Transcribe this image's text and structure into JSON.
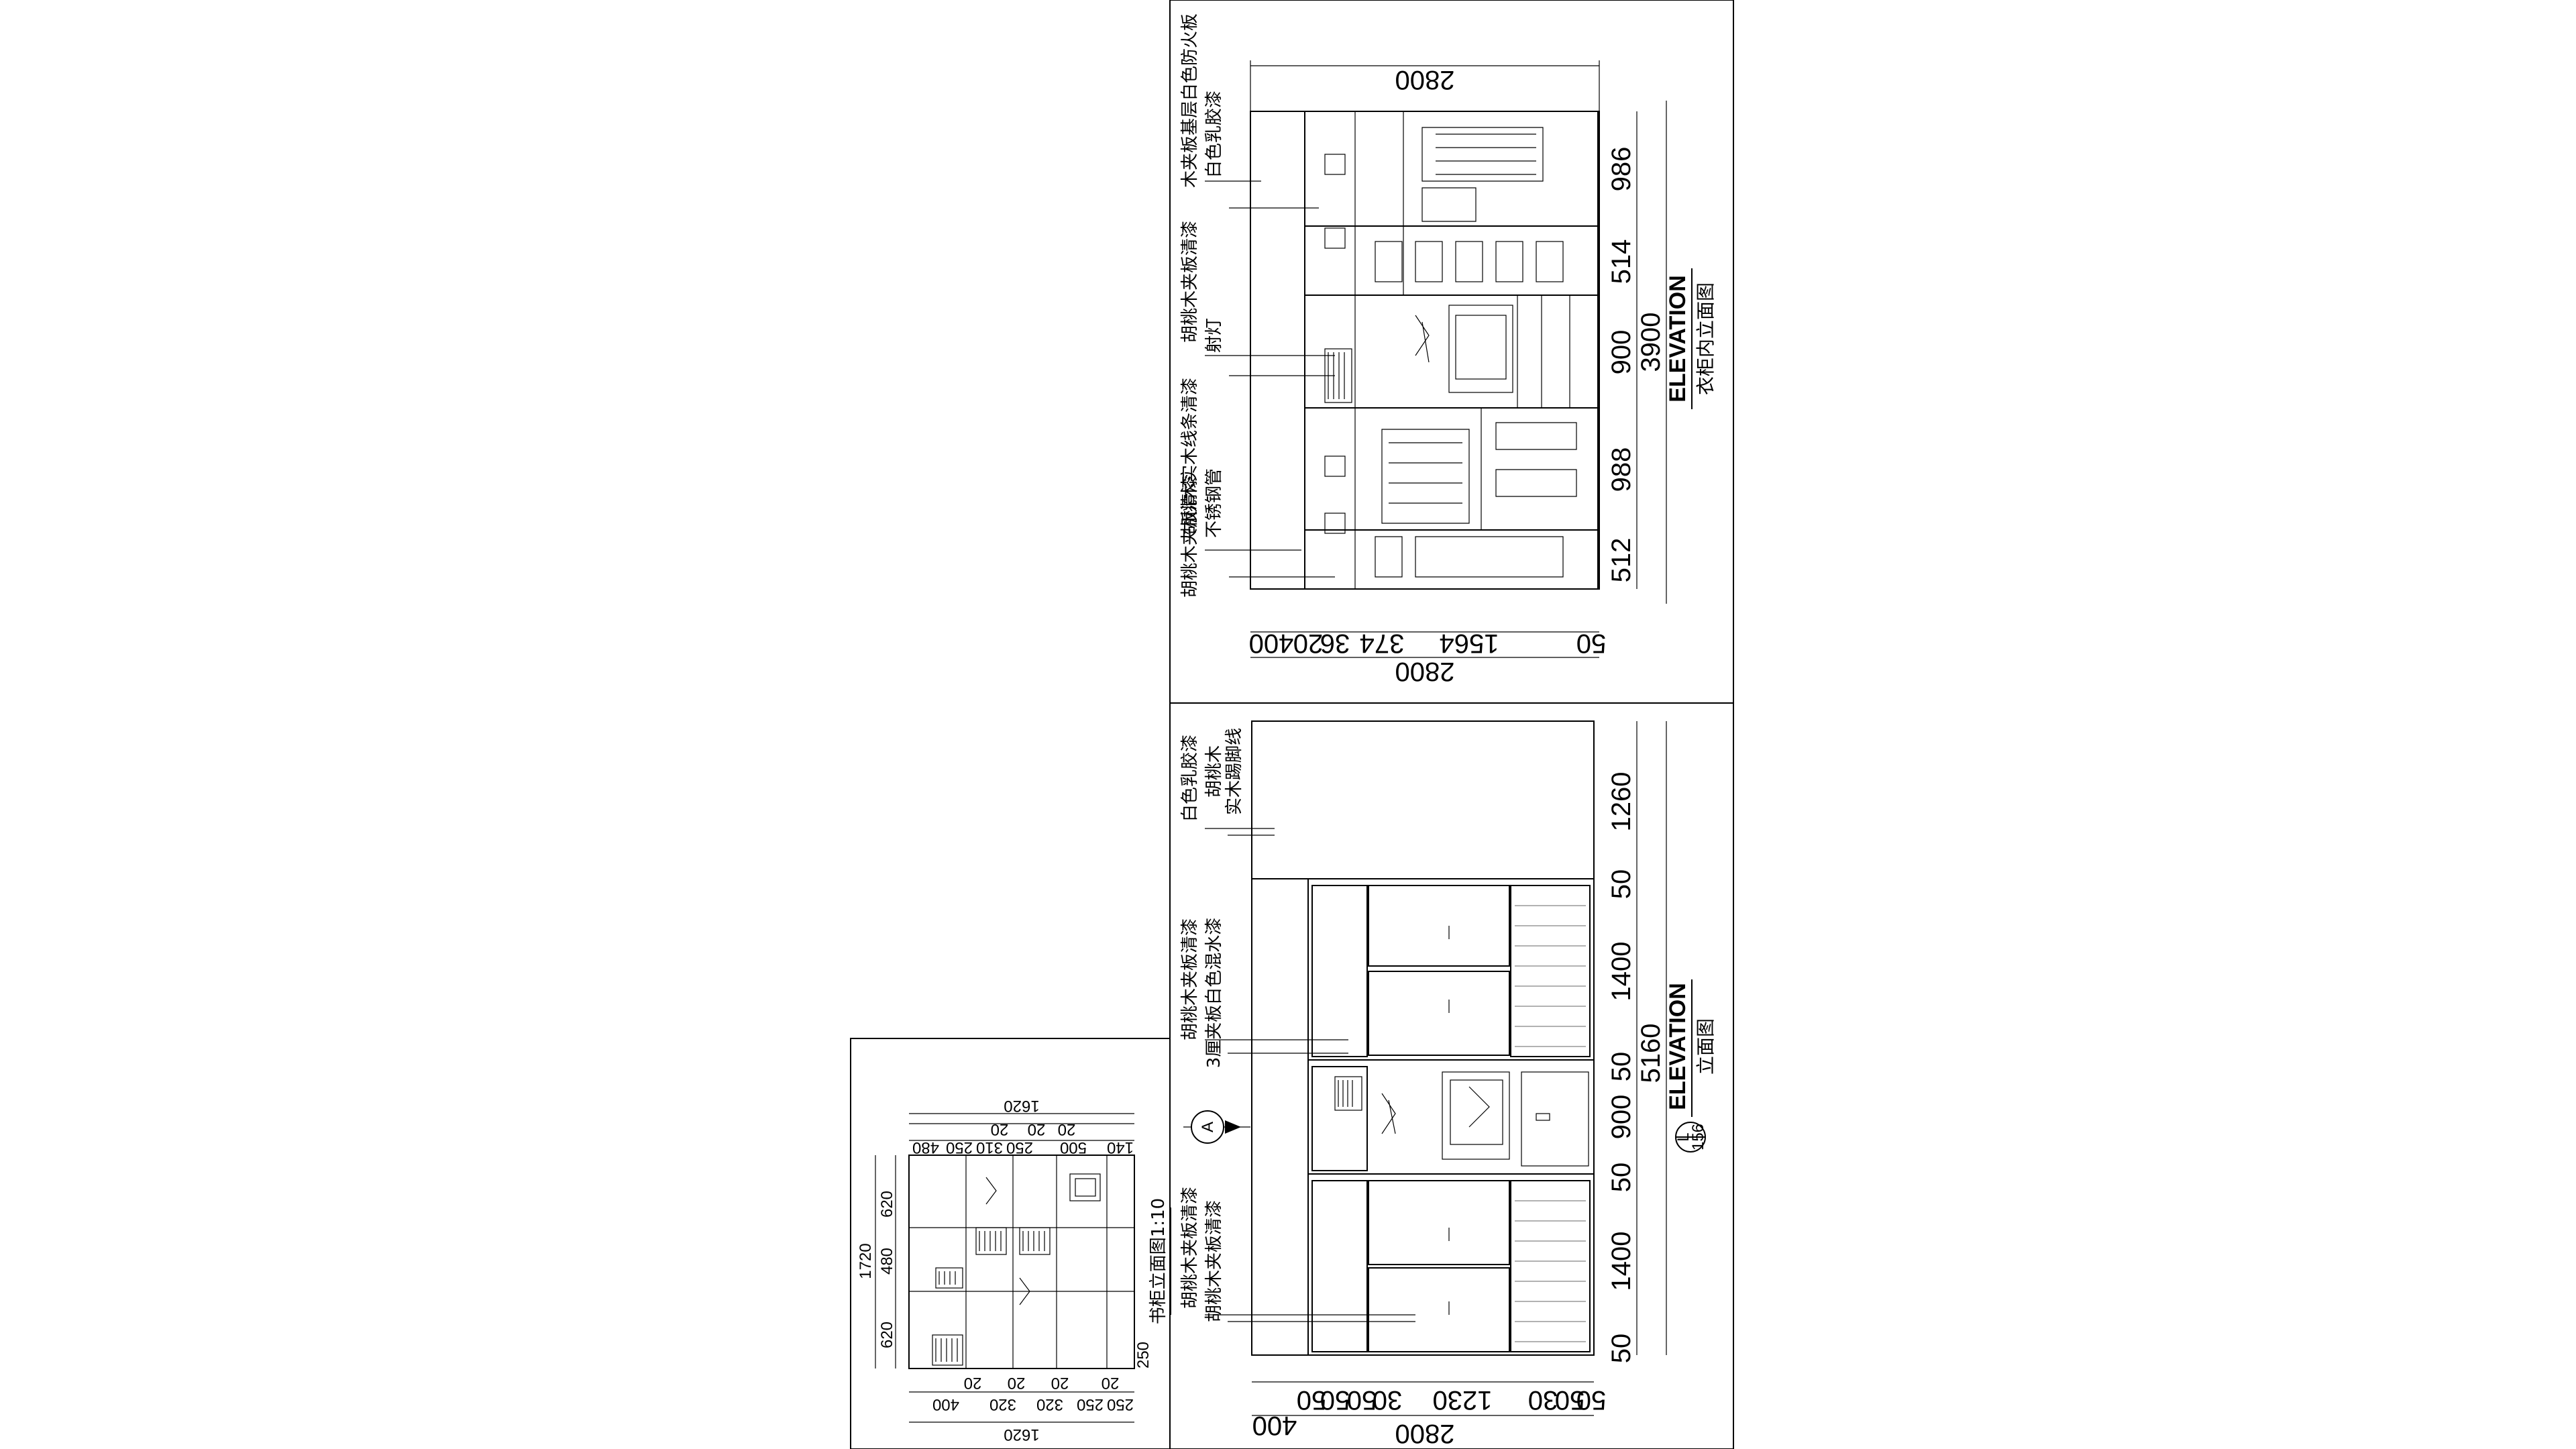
{
  "upper_elevation": {
    "title": "ELEVATION",
    "subtitle": "衣柜内立面图",
    "top_width": "2800",
    "bottom_width": "2800",
    "total_height": "3900",
    "heights": [
      "986",
      "514",
      "900",
      "988",
      "512"
    ],
    "bottom_dims": [
      "50",
      "1564",
      "374",
      "36",
      "20",
      "400"
    ],
    "bottom_dims_joined": "400",
    "notes": [
      "木夹板基层白色防火板",
      "白色乳胶漆",
      "胡桃木夹板清漆",
      "射灯",
      "胡桃木实木线条清漆",
      "胡桃木夹板清漆",
      "不锈钢管"
    ]
  },
  "lower_elevation": {
    "title": "ELEVATION",
    "subtitle": "立面图",
    "badge_letter": "L",
    "badge_number": "156",
    "section_letter": "A",
    "bottom_width": "2800",
    "total_height": "5160",
    "heights": [
      "1260",
      "50",
      "1400",
      "50",
      "900",
      "50",
      "1400",
      "50"
    ],
    "bottom_dims": [
      "50",
      "50",
      "30",
      "1230",
      "30",
      "50",
      "50",
      "50",
      "400"
    ],
    "notes": [
      "白色乳胶漆",
      "胡桃木",
      "实木踢脚线",
      "胡桃木夹板清漆",
      "3厘夹板白色混水漆",
      "胡桃木夹板清漆",
      "胡桃木夹板清漆"
    ]
  },
  "bookcase": {
    "caption": "书柜立面图1:10",
    "top_width": "1620",
    "top_dims": [
      "20",
      "20",
      "20"
    ],
    "top_dims2": [
      "480",
      "250",
      "310",
      "250",
      "500",
      "140"
    ],
    "bottom_width": "1620",
    "bottom_dims": [
      "250",
      "250",
      "320",
      "320",
      "400"
    ],
    "bottom_dims2": [
      "20",
      "20",
      "20",
      "20"
    ],
    "heights": [
      "620",
      "480",
      "620"
    ],
    "total_height": "1720",
    "side_dim": "250"
  },
  "colors": {
    "line": "#000000",
    "background": "#ffffff"
  }
}
